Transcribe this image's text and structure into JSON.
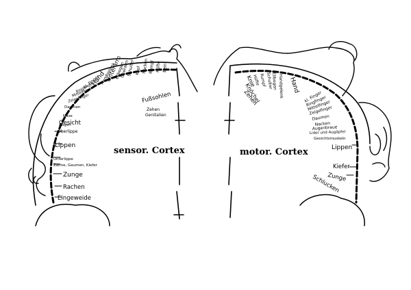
{
  "colors": {
    "ink": "#000000",
    "paper": "#ffffff"
  },
  "sensory": {
    "title": "sensor. Cortex",
    "labels": [
      "Eingeweide",
      "Rachen",
      "Zunge",
      "Zähne, Gaumen, Kiefer",
      "Unterlippe",
      "Lippen",
      "Oberlippe",
      "Gesicht",
      "Nase",
      "Augen",
      "Daumen",
      "Zeigefinger",
      "Mittelfinger",
      "Ringfinger",
      "kl. Finger",
      "Hand",
      "Handgelenk",
      "Unterarm",
      "Ellbogen",
      "Oberarm",
      "Schulter",
      "Kopf",
      "Nacken",
      "Rumpf",
      "Hüfte",
      "Bein",
      "Fußsohlen",
      "Zehen",
      "Genitalien"
    ]
  },
  "motor": {
    "title": "motor. Cortex",
    "labels": [
      "Zehen",
      "Knöchel",
      "Knie",
      "Hüfte",
      "Rumpf",
      "Schulter",
      "Ellbogen",
      "Handgelenk",
      "Hand",
      "kl. Finger",
      "Ringfinger",
      "Mittelfinger",
      "Zeigefinger",
      "Daumen",
      "Nacken",
      "Augenbraue",
      "Lider und Augäpfel",
      "Gesichtsmuskeln",
      "Lippen",
      "Kiefer",
      "Zunge",
      "Schlucken"
    ]
  }
}
